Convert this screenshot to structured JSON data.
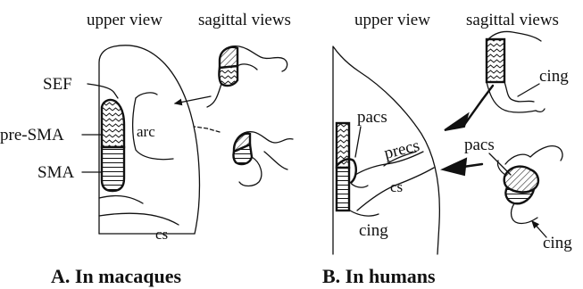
{
  "panel_a": {
    "upper_view": "upper view",
    "sagittal_views": "sagittal views",
    "labels": {
      "sef": "SEF",
      "pre_sma": "pre-SMA",
      "sma": "SMA",
      "arc": "arc",
      "cs": "cs"
    },
    "caption": "A. In macaques"
  },
  "panel_b": {
    "upper_view": "upper view",
    "sagittal_views": "sagittal views",
    "labels": {
      "cing_top": "cing",
      "pacs_upper": "pacs",
      "precs": "precs",
      "cs": "cs",
      "cing_lower": "cing",
      "pacs_right": "pacs",
      "cing_bottom": "cing"
    },
    "caption": "B. In humans"
  }
}
